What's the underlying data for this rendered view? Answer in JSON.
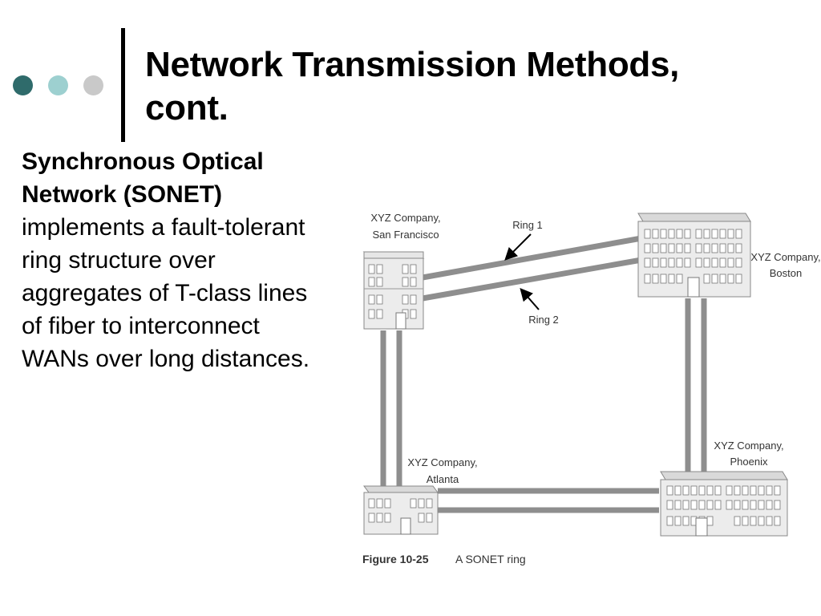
{
  "slide": {
    "title_line1": "Network Transmission Methods,",
    "title_line2": "cont.",
    "body_bold": "Synchronous Optical Network (SONET)",
    "body_rest": " implements a fault-tolerant ring structure over aggregates of T-class lines of fiber to interconnect WANs over long distances."
  },
  "decor": {
    "dot_colors": [
      "#2f6b6b",
      "#9dd0d0",
      "#c9c9c9"
    ]
  },
  "diagram": {
    "sites": {
      "sf": {
        "line1": "XYZ Company,",
        "line2": "San Francisco"
      },
      "boston": {
        "line1": "XYZ Company,",
        "line2": "Boston"
      },
      "atlanta": {
        "line1": "XYZ Company,",
        "line2": "Atlanta"
      },
      "phoenix": {
        "line1": "XYZ Company,",
        "line2": "Phoenix"
      }
    },
    "ring1_label": "Ring 1",
    "ring2_label": "Ring 2",
    "caption_number": "Figure 10-25",
    "caption_text": "A SONET ring"
  }
}
